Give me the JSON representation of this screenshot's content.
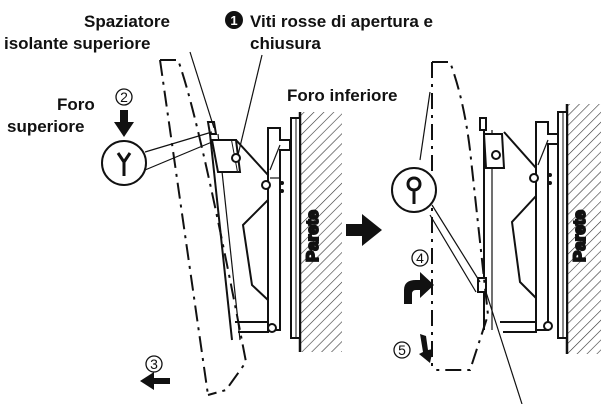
{
  "labels": {
    "upper_spacer_line1": "Spaziatore",
    "upper_spacer_line2": "isolante superiore",
    "red_screws_number": "1",
    "red_screws_line1": "Viti rosse di apertura e",
    "red_screws_line2": "chiusura",
    "upper_hole_line1": "Foro",
    "upper_hole_line2": "superiore",
    "lower_hole": "Foro inferiore",
    "wall_left": "Parete",
    "wall_right": "Parete"
  },
  "steps": {
    "step2": "2",
    "step3": "3",
    "step4": "4",
    "step5": "5"
  },
  "colors": {
    "line": "#111111",
    "background": "#ffffff",
    "badge": "#111111",
    "badge_text": "#ffffff"
  }
}
